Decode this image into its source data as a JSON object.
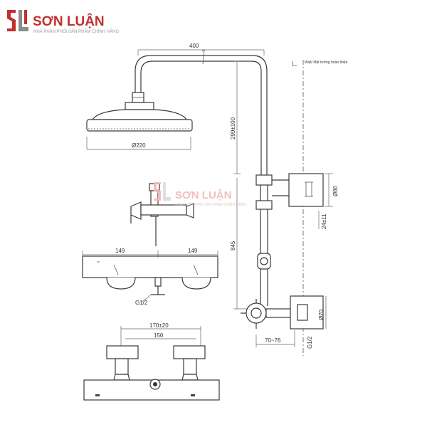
{
  "brand": {
    "name": "SƠN LUẬN",
    "tagline": "NHÀ PHÂN PHỐI SẢN PHẨM CHÍNH HÃNG",
    "color": "#c0302b"
  },
  "watermark": {
    "name": "SƠN LUẬN",
    "tagline": "NHÀ PHÂN PHỐI SẢN PHẨM CHÍNH HÃNG"
  },
  "dimensions": {
    "arm_length": "400",
    "head_diameter": "Ø220",
    "riser_adjust": "299±100",
    "total_height": "845",
    "flange_diameter": "Ø80",
    "bracket_depth": "24±11",
    "outlet_offset": "70~76",
    "inlet_thread_side": "G1/2",
    "wall_flange": "Ø70",
    "valve_left": "149",
    "valve_right": "149",
    "valve_thread": "G1/2",
    "inlet_spacing": "170±20",
    "inlet_center": "150"
  },
  "notes": {
    "wall_line": "Wall/ Mặt tường hoàn thiện"
  }
}
